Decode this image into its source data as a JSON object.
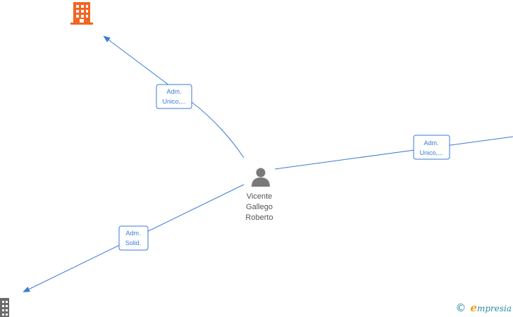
{
  "colors": {
    "edge": "#3a7bd5",
    "company_highlight": "#f26522",
    "company_default": "#6b6b6b",
    "person": "#7a7a7a",
    "brand": "#2a8a9a",
    "brand_accent": "#e8a21a"
  },
  "nodes": {
    "person": {
      "name_lines": [
        "Vicente",
        "Gallego",
        "Roberto"
      ],
      "icon": "person-icon"
    },
    "company_top": {
      "icon": "building-icon",
      "highlighted": true
    },
    "company_bottom_left": {
      "icon": "building-icon",
      "highlighted": false
    }
  },
  "edges": [
    {
      "id": "edge-top",
      "label_lines": [
        "Adm.",
        "Unico,..."
      ]
    },
    {
      "id": "edge-right",
      "label_lines": [
        "Adm.",
        "Unico,..."
      ]
    },
    {
      "id": "edge-bottom-left",
      "label_lines": [
        "Adm.",
        "Solid."
      ]
    }
  ],
  "watermark": {
    "symbol": "©",
    "brand_initial": "e",
    "brand_rest": "mpresia"
  }
}
